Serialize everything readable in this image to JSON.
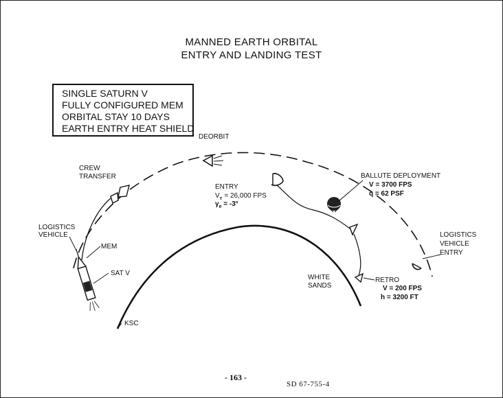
{
  "title": {
    "line1": "MANNED EARTH ORBITAL",
    "line2": "ENTRY AND LANDING TEST"
  },
  "info_box": {
    "lines": [
      "SINGLE SATURN V",
      "FULLY CONFIGURED MEM",
      "ORBITAL STAY 10 DAYS",
      "EARTH ENTRY HEAT SHIELD"
    ]
  },
  "labels": {
    "deorbit": "DEORBIT",
    "crew_transfer_1": "CREW",
    "crew_transfer_2": "TRANSFER",
    "logistics_vehicle_1": "LOGISTICS",
    "logistics_vehicle_2": "VEHICLE",
    "mem": "MEM",
    "sat_v": "SAT V",
    "ksc": "KSC",
    "entry": "ENTRY",
    "entry_velocity": "= 26,000 FPS",
    "entry_velocity_symbol": "V",
    "entry_velocity_subscript": "e",
    "entry_angle": "= -3°",
    "entry_angle_symbol": "γ",
    "entry_angle_subscript": "e",
    "ballute_deployment": "BALLUTE DEPLOYMENT",
    "ballute_velocity": "V = 3700 FPS",
    "ballute_pressure": "q = 62 PSF",
    "logistics_vehicle_entry_1": "LOGISTICS",
    "logistics_vehicle_entry_2": "VEHICLE",
    "logistics_vehicle_entry_3": "ENTRY",
    "white_sands_1": "WHITE",
    "white_sands_2": "SANDS",
    "retro": "RETRO",
    "retro_velocity": "V = 200 FPS",
    "retro_altitude": "h = 3200 FT"
  },
  "footer": {
    "page_number": "- 163 -",
    "doc_code": "SD 67-755-4"
  }
}
